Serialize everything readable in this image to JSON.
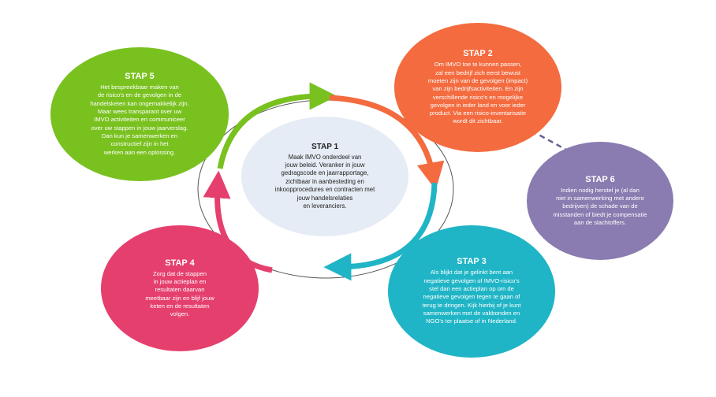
{
  "colors": {
    "stap1": "#e6ecf5",
    "stap2": "#f36b3f",
    "stap3": "#1fb5c6",
    "stap4": "#e53f6e",
    "stap5": "#79c11f",
    "stap6": "#8a7bb0",
    "ring": "#555555",
    "connector": "#6b6294"
  },
  "steps": {
    "stap1": {
      "title": "STAP 1",
      "text": "Maak IMVO onderdeel van\njouw beleid. Veranker in jouw\ngedragscode en jaarrapportage,\nzichtbaar in aanbesteding en\ninkoopprocedures en contracten met\njouw handelsrelaties\nen leveranciers."
    },
    "stap2": {
      "title": "STAP 2",
      "text": "Om IMVO toe te kunnen passen,\nzal een bedrijf zich eerst bewust\nmoeten zijn van de gevolgen (impact)\nvan zijn bedrijfsactiviteiten. En zijn\nverschillende risico's en mogelijke\ngevolgen in ieder land en voor ieder\nproduct. Via een risico-inventarisatie\nwordt dit zichtbaar."
    },
    "stap3": {
      "title": "STAP 3",
      "text": "Als blijkt dat je gelinkt bent aan\nnegatieve gevolgen of IMVO-risico's\nstel dan een actieplan op om de\nnegatieve gevolgen tegen te gaan of\nterug te dringen. Kijk hierbij of je kunt\nsamenwerken met de vakbonden en\nNGO's ter plaatse of in Nederland."
    },
    "stap4": {
      "title": "STAP 4",
      "text": "Zorg dat de stappen\nin jouw actieplan en\nresultaten daarvan\nmeetbaar zijn en blijf jouw\nketen en de resultaten\nvolgen."
    },
    "stap5": {
      "title": "STAP 5",
      "text": "Het bespreekbaar maken van\nde risico's en de gevolgen in de\nhandelsketen kan ongemakkelijk zijn.\nMaar wees transparant over uw\nIMVO activiteiten en communiceer\nover uw stappen in jouw jaarverslag.\nDan kun je samenwerken en\nconstructief zijn in het\nwerken aan een oplossing."
    },
    "stap6": {
      "title": "STAP 6",
      "text": "Indien nodig herstel je (al dan\nniet in samenwerking met andere\nbedrijven) de schade van de\nmisstanden of biedt je compensatie\naan de slachtoffers."
    }
  }
}
